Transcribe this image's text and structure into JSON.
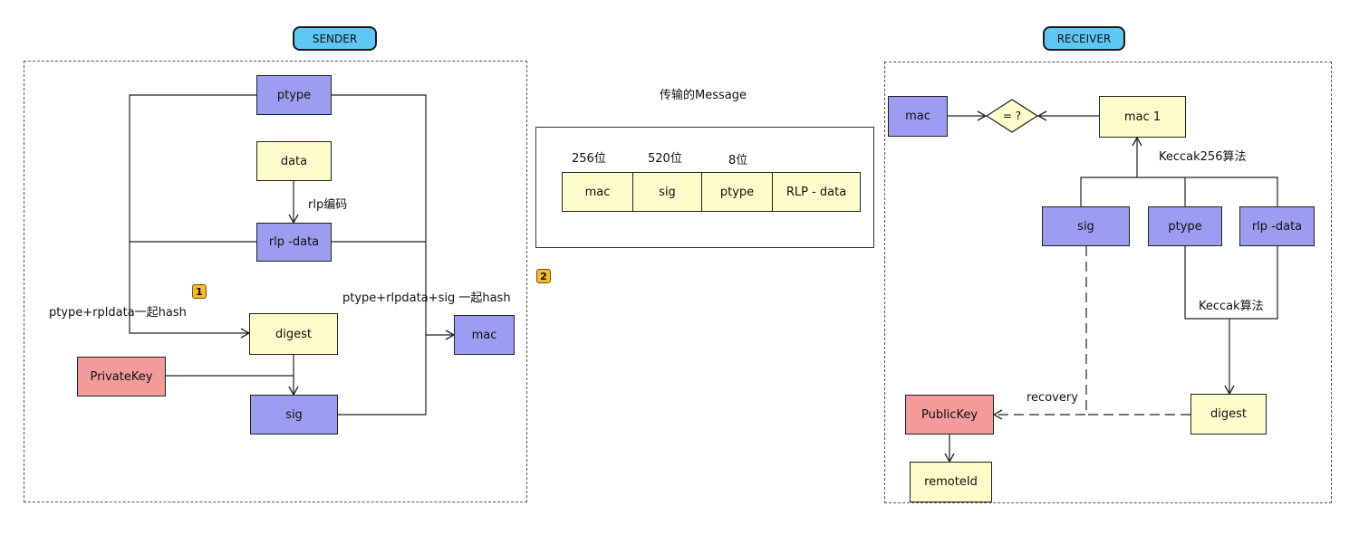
{
  "sender": {
    "title": "SENDER",
    "ptype": "ptype",
    "data": "data",
    "rlp_encode_label": "rlp编码",
    "rlp_data": "rlp -data",
    "marker1": "1",
    "hash_label_1": "ptype+rpldata一起hash",
    "hash_label_2": "ptype+rlpdata+sig 一起hash",
    "digest": "digest",
    "private_key": "PrivateKey",
    "sig": "sig",
    "mac": "mac"
  },
  "message": {
    "title": "传输的Message",
    "marker2": "2",
    "fields": [
      {
        "size": "256位",
        "name": "mac"
      },
      {
        "size": "520位",
        "name": "sig"
      },
      {
        "size": "8位",
        "name": "ptype"
      },
      {
        "size": "",
        "name": "RLP - data"
      }
    ]
  },
  "receiver": {
    "title": "RECEIVER",
    "mac": "mac",
    "compare": "= ?",
    "mac1": "mac 1",
    "keccak256_label": "Keccak256算法",
    "sig": "sig",
    "ptype": "ptype",
    "rlp_data": "rlp -data",
    "keccak_label": "Keccak算法",
    "recovery_label": "recovery",
    "public_key": "PublicKey",
    "digest": "digest",
    "remote_id": "remoteId"
  }
}
